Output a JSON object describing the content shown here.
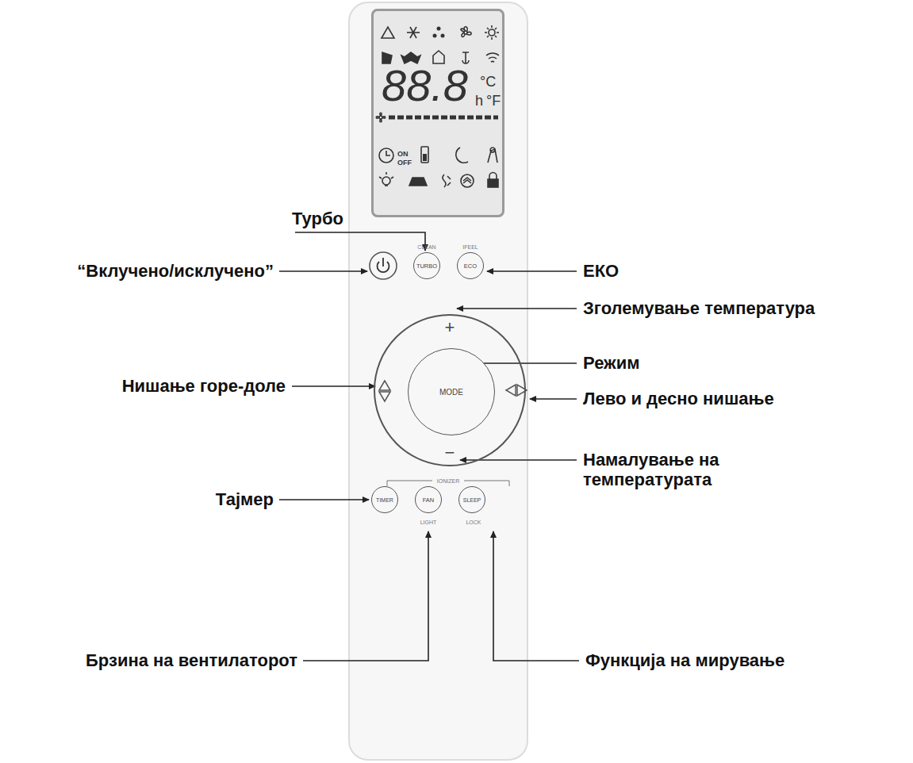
{
  "diagram": {
    "nodes": [
      {
        "text": [
          "88.8",
          "°C",
          "h",
          "°F",
          "ON",
          "OFF"
        ]
      },
      {
        "text": [
          "TURBO"
        ]
      },
      {
        "text": [
          "ECO"
        ]
      },
      {
        "text": [
          "+",
          "−"
        ]
      },
      {
        "text": [
          "MODE"
        ],
        "in": 3
      },
      {
        "text": [
          "TIMER"
        ]
      },
      {
        "text": [
          "FAN"
        ]
      },
      {
        "text": [
          "SLEEP"
        ]
      }
    ],
    "edges": [],
    "labels": [
      "Турбо",
      "CLEAN",
      "IFEEL",
      "“Вклучено/исклучено”",
      "ЕКО",
      "Зголемување температура",
      "Нишање горе-доле",
      "Режим",
      "Лево и десно нишање",
      "Намалување на температурата",
      "IONIZER",
      "Тајмер",
      "LIGHT",
      "LOCK",
      "Брзина на вентилаторот",
      "Функција на мирување"
    ]
  }
}
